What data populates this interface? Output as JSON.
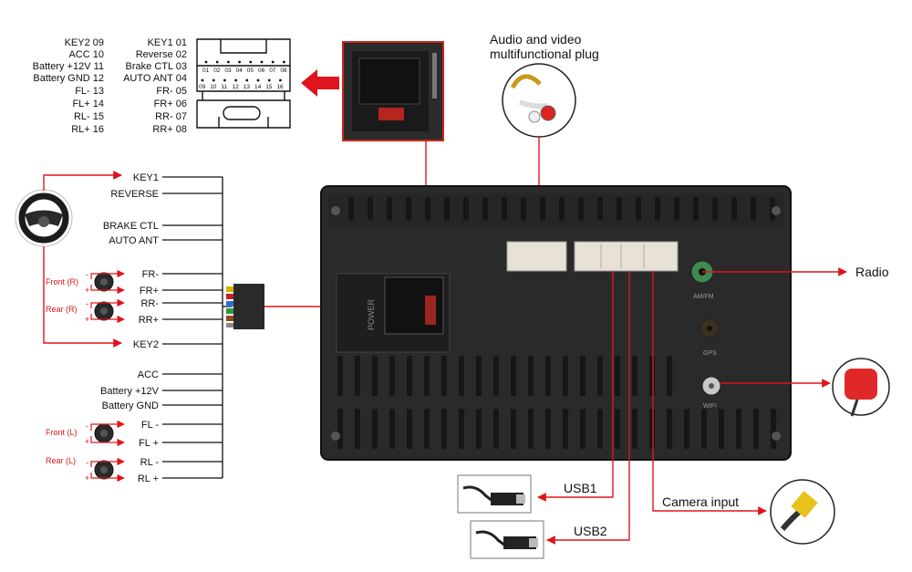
{
  "pinout": {
    "left": [
      "KEY2 09",
      "ACC 10",
      "Battery +12V 11",
      "Battery GND 12",
      "FL- 13",
      "FL+ 14",
      "RL- 15",
      "RL+ 16"
    ],
    "right": [
      "KEY1 01",
      "Reverse 02",
      "Brake CTL 03",
      "AUTO ANT 04",
      "FR- 05",
      "FR+ 06",
      "RR- 07",
      "RR+ 08"
    ],
    "pins_top": [
      "01",
      "02",
      "03",
      "04",
      "05",
      "06",
      "07",
      "08"
    ],
    "pins_bottom": [
      "09",
      "10",
      "11",
      "12",
      "13",
      "14",
      "15",
      "16"
    ]
  },
  "harness": {
    "labels": [
      "KEY1",
      "REVERSE",
      "BRAKE CTL",
      "AUTO ANT",
      "FR-",
      "FR+",
      "RR-",
      "RR+",
      "KEY2",
      "ACC",
      "Battery +12V",
      "Battery GND",
      "FL -",
      "FL +",
      "RL -",
      "RL +"
    ],
    "front_r": "Front (R)",
    "rear_r": "Rear (R)",
    "front_l": "Front (L)",
    "rear_l": "Rear (L)",
    "minus": "-",
    "plus": "+"
  },
  "unit": {
    "power_label": "POWER",
    "port_labels": [
      "AM/FM",
      "GPS",
      "WIFI"
    ]
  },
  "callouts": {
    "av_plug": [
      "Audio and video",
      "multifunctional plug"
    ],
    "radio": "Radio",
    "usb1": "USB1",
    "usb2": "USB2",
    "camera": "Camera input"
  },
  "colors": {
    "arrow": "#e0141c",
    "unit": "#2a2a2a",
    "connector": "#e8e2d4"
  }
}
